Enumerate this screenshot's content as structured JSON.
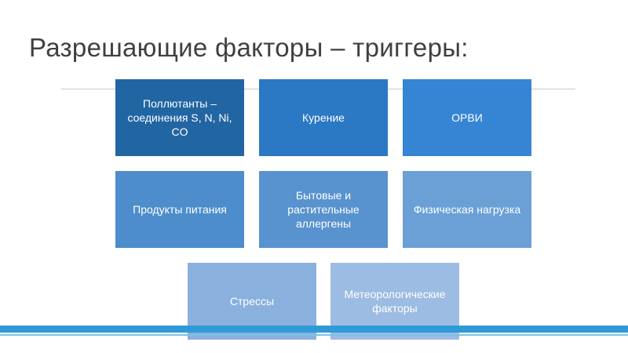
{
  "slide": {
    "title": "Разрешающие факторы – триггеры:",
    "boxes": [
      {
        "label": "Поллютанты – соединения S, N, Ni, CO",
        "color": "#2265a3"
      },
      {
        "label": "Курение",
        "color": "#2b78c4"
      },
      {
        "label": "ОРВИ",
        "color": "#3585d4"
      },
      {
        "label": "Продукты питания",
        "color": "#4d8dcb"
      },
      {
        "label": "Бытовые и растительные аллергены",
        "color": "#5893cf"
      },
      {
        "label": "Физическая нагрузка",
        "color": "#6aa0d6"
      },
      {
        "label": "Стрессы",
        "color": "#8ab0de"
      },
      {
        "label": "Метеорологические факторы",
        "color": "#9dbce3"
      }
    ],
    "accent_color": "#2e9ad8"
  }
}
